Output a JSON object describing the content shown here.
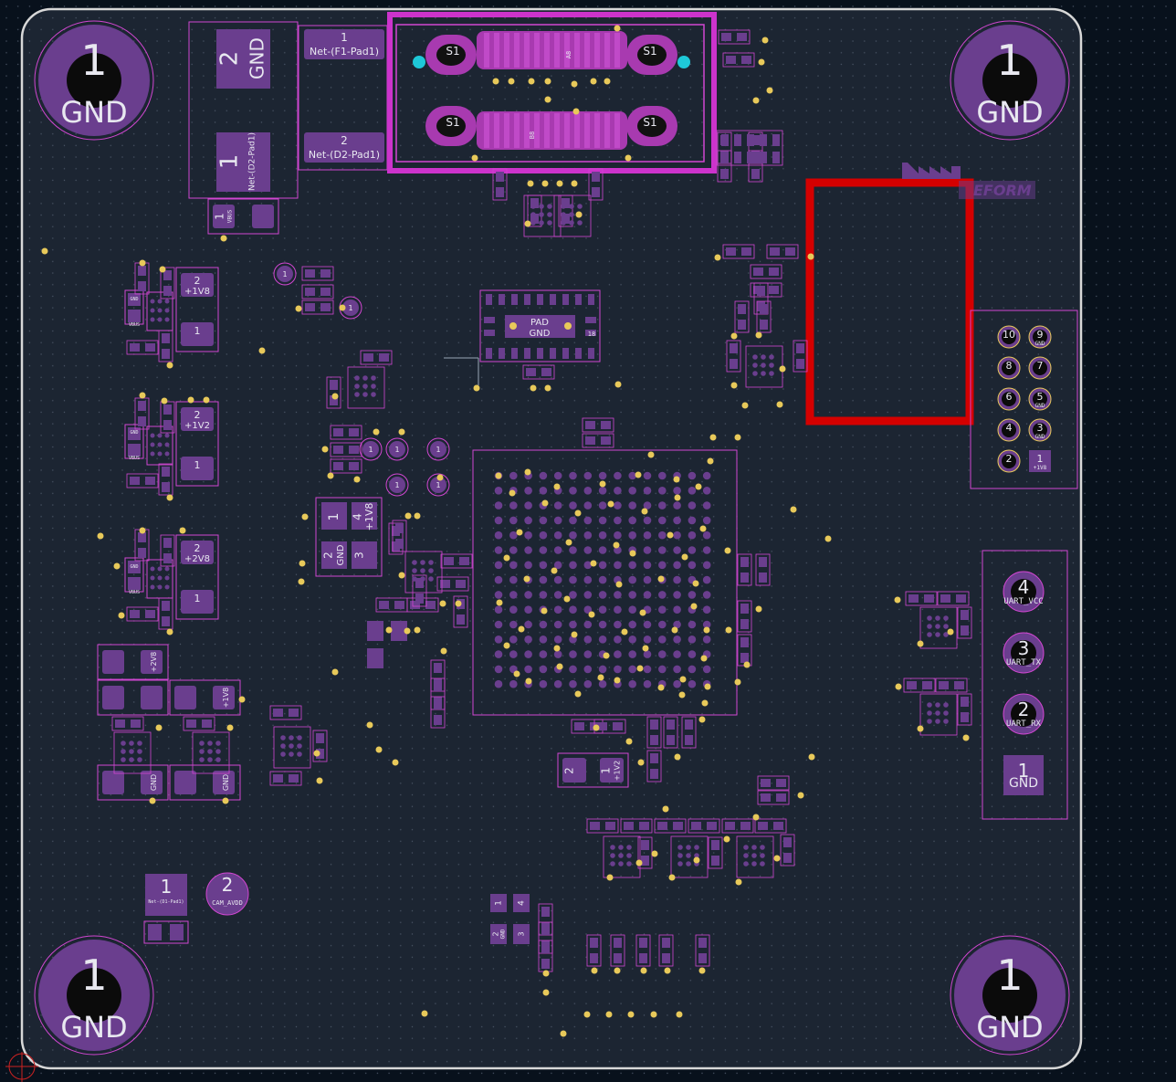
{
  "colors": {
    "background": "#08111c",
    "board_fill": "#1c2532",
    "board_outline": "#d8d8d8",
    "pad": "#6a3e8e",
    "pad_outline": "#cc33cc",
    "courtyard": "#d146d1",
    "via": "#e8c95a",
    "highlight": "#d40000",
    "connector_pad": "#a83ab0",
    "connector_hole": "#1ec8d8"
  },
  "mounting_holes": {
    "number": "1",
    "net": "GND"
  },
  "top_left_part": {
    "pad2_number": "2",
    "pad2_net": "GND",
    "pad1_number": "1",
    "pad1_net": "Net-(D2-Pad1)",
    "vbus_pad_num": "1",
    "vbus_pad_net": "VBUS"
  },
  "net_labels": [
    {
      "num": "1",
      "net": "Net-(F1-Pad1)"
    },
    {
      "num": "2",
      "net": "Net-(D2-Pad1)"
    }
  ],
  "usb_connector": {
    "shield_label": "S1",
    "row_a": "A8",
    "row_b": "B8"
  },
  "regulators": [
    {
      "pad2": "2",
      "net2": "+1V8",
      "pad1": "1"
    },
    {
      "pad2": "2",
      "net2": "+1V2",
      "pad1": "1"
    },
    {
      "pad2": "2",
      "net2": "+2V8",
      "pad1": "1"
    }
  ],
  "vbus_small": "VBUS",
  "gnd_small": "GND",
  "sensor_ic": {
    "pad_label": "PAD",
    "pad_net": "GND",
    "pin_number": "18"
  },
  "sot_part": {
    "pad1": "1",
    "pad2": "2",
    "pad3": "3",
    "pad4": "4",
    "net_gnd": "GND",
    "net_v": "+1V8"
  },
  "header_10pin": {
    "pins": [
      {
        "num": "10",
        "net": "",
        "square": false
      },
      {
        "num": "9",
        "net": "GND",
        "square": false
      },
      {
        "num": "8",
        "net": "",
        "square": false
      },
      {
        "num": "7",
        "net": "",
        "square": false
      },
      {
        "num": "6",
        "net": "",
        "square": false
      },
      {
        "num": "5",
        "net": "GND",
        "square": false
      },
      {
        "num": "4",
        "net": "",
        "square": false
      },
      {
        "num": "3",
        "net": "GND",
        "square": false
      },
      {
        "num": "2",
        "net": "",
        "square": false
      },
      {
        "num": "1",
        "net": "+1V8",
        "square": true
      }
    ]
  },
  "uart_header": {
    "pins": [
      {
        "num": "4",
        "net": "UART_VCC",
        "square": false
      },
      {
        "num": "3",
        "net": "UART_TX",
        "square": false
      },
      {
        "num": "2",
        "net": "UART_RX",
        "square": false
      },
      {
        "num": "1",
        "net": "GND",
        "square": true
      }
    ]
  },
  "bottom_left": {
    "sq_num": "1",
    "sq_net": "Net-(D1-Pad1)",
    "round_num": "2",
    "round_net": "CAM_AVDD"
  },
  "cap_pair_nets": [
    "+2V8",
    "+1V8",
    "GND",
    "GND"
  ],
  "test_points": [
    "1",
    "1",
    "1",
    "1",
    "1",
    "1",
    "1"
  ],
  "logo": {
    "text": "EFORM"
  },
  "mid_reg": {
    "pad2": "2",
    "pad1": "1",
    "net": "+1V2"
  },
  "bottom_chip": {
    "pads": [
      "1",
      "4",
      "2",
      "3"
    ],
    "net": "GND"
  }
}
